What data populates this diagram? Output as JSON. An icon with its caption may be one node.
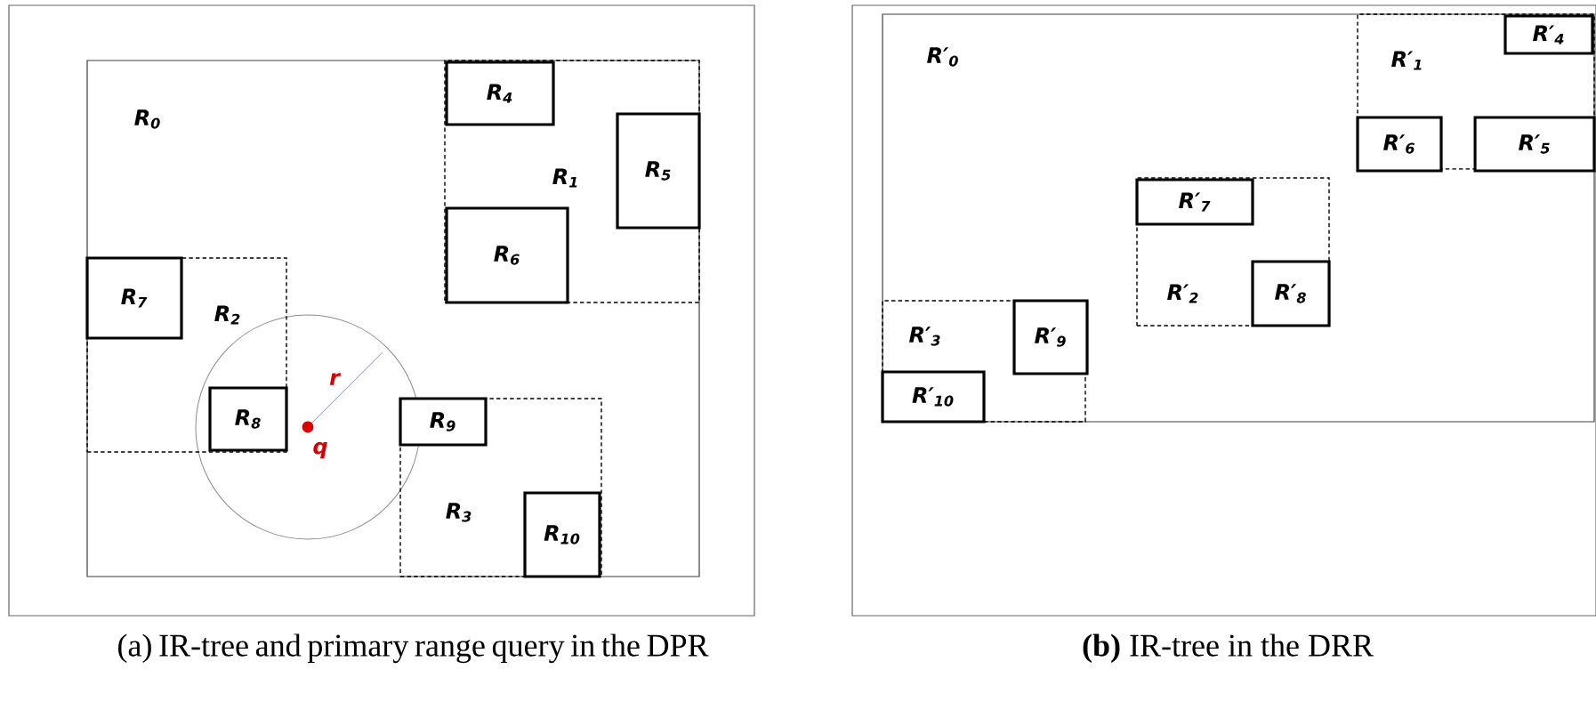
{
  "diagram": {
    "nodes": [
      {
        "text": [
          "R$_{0}$"
        ]
      },
      {
        "text": [
          "R$_{1}$"
        ],
        "in": 0
      },
      {
        "text": [
          "R$_{4}$"
        ],
        "in": 1
      },
      {
        "text": [
          "R$_{5}$"
        ],
        "in": 1
      },
      {
        "text": [
          "R$_{6}$"
        ],
        "in": 1
      },
      {
        "text": [
          "R$_{2}$"
        ],
        "in": 0
      },
      {
        "text": [
          "R$_{7}$"
        ],
        "in": 5
      },
      {
        "text": [
          "R$_{8}$"
        ],
        "in": 5
      },
      {
        "text": [
          "R$_{3}$"
        ],
        "in": 0
      },
      {
        "text": [
          "R$_{9}$"
        ],
        "in": 8
      },
      {
        "text": [
          "R$_{10}$"
        ],
        "in": 8
      },
      {
        "text": [
          "R′$_{0}$"
        ]
      },
      {
        "text": [
          "R′$_{1}$"
        ],
        "in": 11
      },
      {
        "text": [
          "R′$_{4}$"
        ],
        "in": 12
      },
      {
        "text": [
          "R′$_{6}$"
        ],
        "in": 12
      },
      {
        "text": [
          "R′$_{5}$"
        ],
        "in": 12
      },
      {
        "text": [
          "R′$_{2}$"
        ],
        "in": 11
      },
      {
        "text": [
          "R′$_{7}$"
        ],
        "in": 16
      },
      {
        "text": [
          "R′$_{8}$"
        ],
        "in": 16
      },
      {
        "text": [
          "R′$_{3}$"
        ],
        "in": 11
      },
      {
        "text": [
          "R′$_{9}$"
        ],
        "in": 19
      },
      {
        "text": [
          "R′$_{10}$"
        ],
        "in": 19
      }
    ],
    "labels": [
      "r",
      "q",
      "(a) IR-tree and primary range query in the DPR",
      "**(b)** IR-tree in the DRR"
    ]
  }
}
